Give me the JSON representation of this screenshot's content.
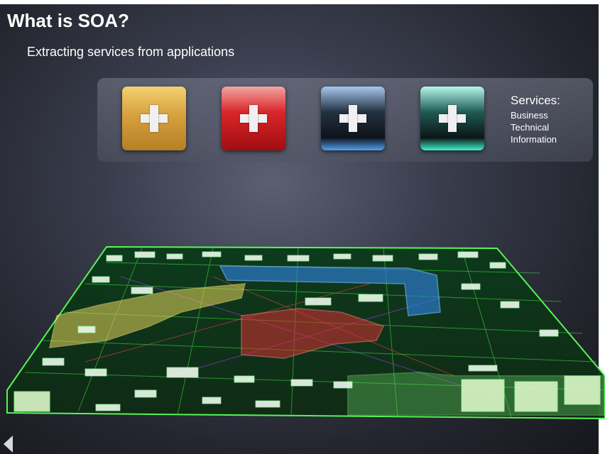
{
  "slide": {
    "title": "What is SOA?",
    "subtitle": "Extracting services from applications"
  },
  "services": {
    "heading": "Services:",
    "items": [
      "Business",
      "Technical",
      "Information"
    ],
    "buttons": [
      {
        "color": "#d7a13e",
        "icon": "plus-icon"
      },
      {
        "color": "#d9262a",
        "icon": "plus-icon"
      },
      {
        "color": "#4fa2f0",
        "icon": "plus-icon"
      },
      {
        "color": "#3ef2cf",
        "icon": "plus-icon"
      }
    ]
  },
  "diagram": {
    "image": "application-architecture-map"
  },
  "navigation": {
    "back_icon": "back-arrow-icon"
  }
}
